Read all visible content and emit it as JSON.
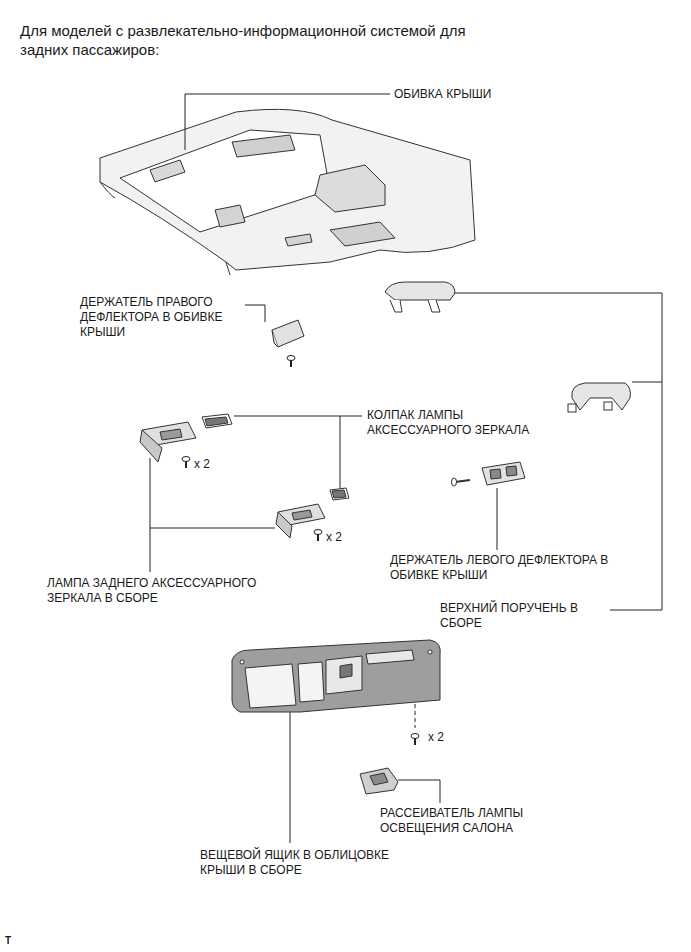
{
  "diagram": {
    "title": "Для моделей с развлекательно-информационной системой для задних пассажиров:",
    "labels": [
      "ОБИВКА КРЫШИ",
      "ДЕРЖАТЕЛЬ ПРАВОГО ДЕФЛЕКТОРА В ОБИВКЕ КРЫШИ",
      "КОЛПАК ЛАМПЫ АКСЕССУАРНОГО ЗЕРКАЛА",
      "x 2",
      "ДЕРЖАТЕЛЬ ЛЕВОГО ДЕФЛЕКТОРА В ОБИВКЕ КРЫШИ",
      "x 2",
      "ЛАМПА ЗАДНЕГО АКСЕССУАРНОГО ЗЕРКАЛА В СБОРЕ",
      "ВЕРХНИЙ ПОРУЧЕНЬ В СБОРЕ",
      "x 2",
      "РАССЕИВАТЕЛЬ ЛАМПЫ ОСВЕЩЕНИЯ САЛОНА",
      "ВЕЩЕВОЙ ЯЩИК В ОБЛИЦОВКЕ КРЫШИ В СБОРЕ",
      "T"
    ]
  }
}
